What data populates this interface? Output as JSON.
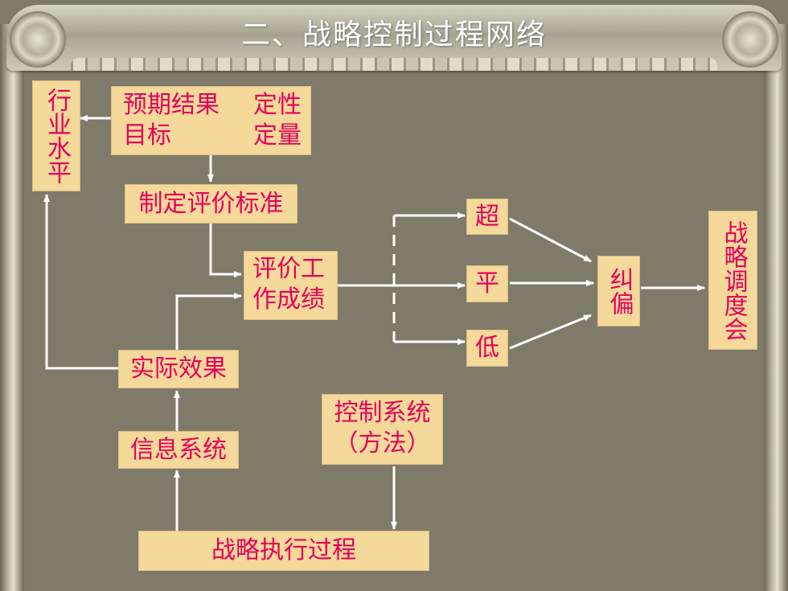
{
  "title": "二、战略控制过程网络",
  "boxes": {
    "industry_level": "行业水平",
    "expected_results": {
      "line1_left": "预期结果",
      "line1_right": "定性",
      "line2_left": "目标",
      "line2_right": "定量"
    },
    "set_standards": "制定评价标准",
    "evaluate_line1": "评价工",
    "evaluate_line2": "作成绩",
    "actual_effect": "实际效果",
    "info_system": "信息系统",
    "control_line1": "控制系统",
    "control_line2": "（方法）",
    "execution_process": "战略执行过程",
    "exceed": "超",
    "equal": "平",
    "below": "低",
    "correct": "纠偏",
    "strategy_adjust": "战略调度会"
  },
  "colors": {
    "box_fill": "#f4d99a",
    "box_text": "#e6005c",
    "arrow": "#ffffff",
    "background": "#807a6a"
  }
}
